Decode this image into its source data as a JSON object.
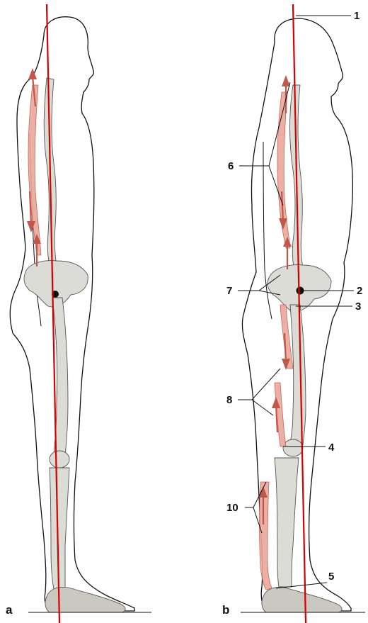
{
  "panels": [
    {
      "id": "a",
      "label": "a"
    },
    {
      "id": "b",
      "label": "b"
    }
  ],
  "callouts": [
    {
      "number": "1"
    },
    {
      "number": "2"
    },
    {
      "number": "3"
    },
    {
      "number": "4"
    },
    {
      "number": "5"
    },
    {
      "number": "6"
    },
    {
      "number": "7"
    },
    {
      "number": "8"
    },
    {
      "number": "10"
    }
  ],
  "colors": {
    "plumb_line": "#d40000",
    "muscle": "#e9a89a",
    "bone": "#dcdcd6",
    "outline": "#111111"
  }
}
